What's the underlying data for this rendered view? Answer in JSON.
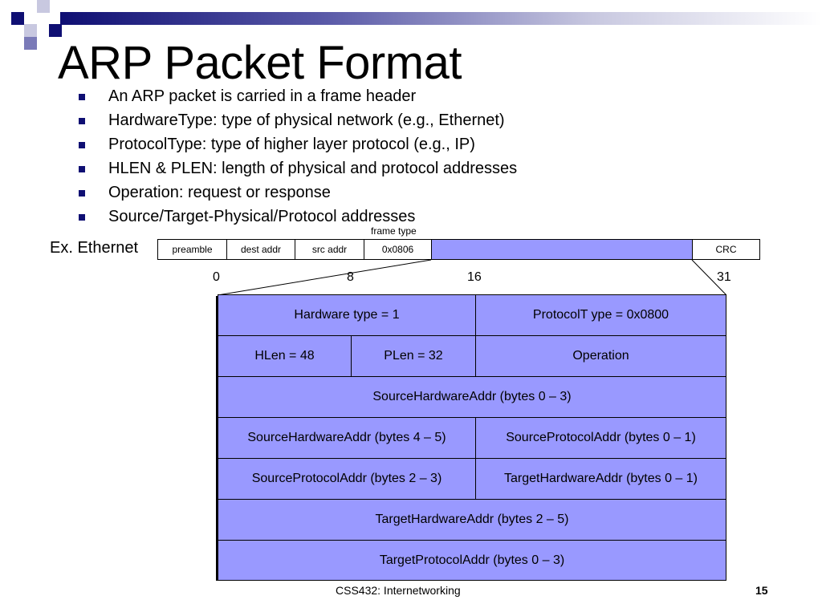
{
  "slide": {
    "title": "ARP Packet Format",
    "bullets": [
      "An ARP packet is carried in a frame header",
      "HardwareType: type of physical network (e.g., Ethernet)",
      "ProtocolType: type of higher layer protocol (e.g., IP)",
      "HLEN & PLEN: length of physical and protocol addresses",
      "Operation: request or response",
      "Source/Target-Physical/Protocol addresses"
    ]
  },
  "frame": {
    "example_label": "Ex. Ethernet",
    "type_caption": "frame type",
    "fields": [
      "preamble",
      "dest addr",
      "src addr",
      "0x0806",
      "",
      "CRC"
    ]
  },
  "packet": {
    "bit_labels": [
      "0",
      "8",
      "16",
      "31"
    ],
    "rows": [
      [
        "Hardware type = 1",
        "ProtocolT ype = 0x0800"
      ],
      [
        "HLen = 48",
        "PLen = 32",
        "Operation"
      ],
      [
        "SourceHardwareAddr (bytes 0   – 3)"
      ],
      [
        "SourceHardwareAddr (bytes 4   – 5)",
        "SourceProtocolAddr (bytes 0   – 1)"
      ],
      [
        "SourceProtocolAddr (bytes 2   – 3)",
        "TargetHardwareAddr (bytes 0  – 1)"
      ],
      [
        "TargetHardwareAddr (bytes 2   – 5)"
      ],
      [
        "TargetProtocolAddr (bytes 0   – 3)"
      ]
    ]
  },
  "footer": {
    "course": "CSS432: Internetworking",
    "page": "15"
  },
  "colors": {
    "packet_fill": "#9999ff",
    "accent": "#0f0f73"
  }
}
